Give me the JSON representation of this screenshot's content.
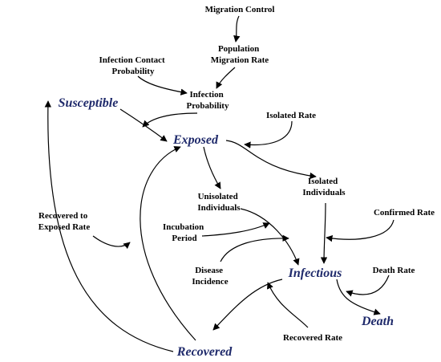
{
  "colors": {
    "stock_text": "#1f2a6b",
    "variable_text": "#000000",
    "arrow": "#000000",
    "background": "#ffffff"
  },
  "stocks": {
    "susceptible": "Susceptible",
    "exposed": "Exposed",
    "infectious": "Infectious",
    "recovered": "Recovered",
    "death": "Death"
  },
  "variables": {
    "migration_control": "Migration Control",
    "population_migration_rate": [
      "Population",
      "Migration Rate"
    ],
    "infection_contact_probability": [
      "Infection Contact",
      "Probability"
    ],
    "infection_probability": [
      "Infection",
      "Probability"
    ],
    "isolated_rate": "Isolated Rate",
    "isolated_individuals": [
      "Isolated",
      "Individuals"
    ],
    "unisolated_individuals": [
      "Unisolated",
      "Individuals"
    ],
    "confirmed_rate": "Confirmed Rate",
    "recovered_to_exposed_rate": [
      "Recovered to",
      "Exposed Rate"
    ],
    "incubation_period": [
      "Incubation",
      "Period"
    ],
    "disease_incidence": [
      "Disease",
      "Incidence"
    ],
    "death_rate": "Death Rate",
    "recovered_rate": "Recovered Rate"
  }
}
